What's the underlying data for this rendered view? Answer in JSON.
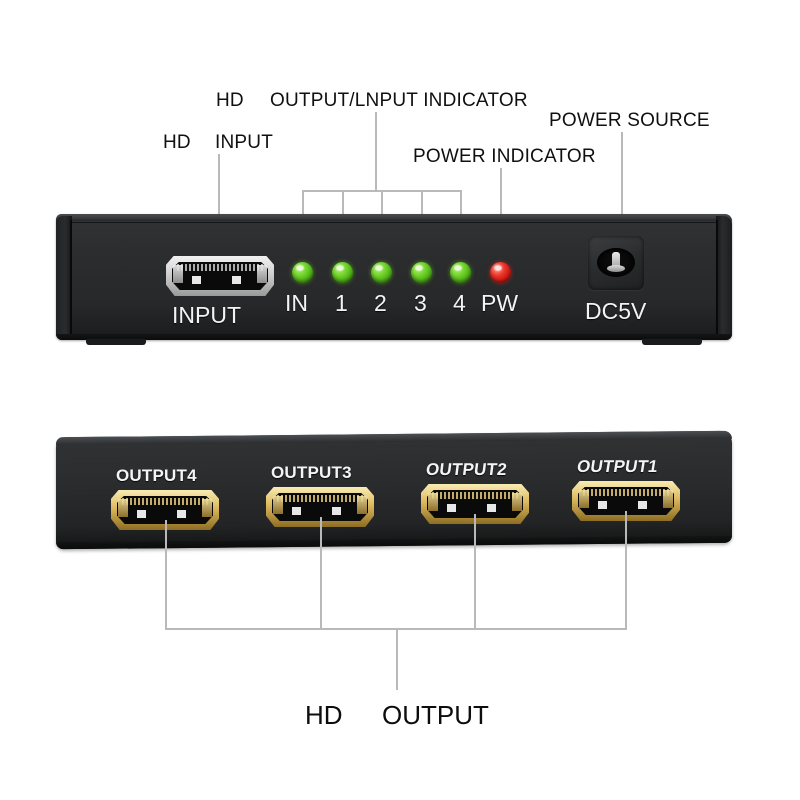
{
  "diagram": {
    "title": "HDMI 1x4 Splitter — labeled product diagram",
    "background_color": "#ffffff",
    "leader_line_color": "#b9b9b9",
    "device_body_color": "#2b2d2e"
  },
  "callouts": {
    "hd_top": "HD",
    "hd_left": "HD",
    "input": "INPUT",
    "output_input_indicator": "OUTPUT/LNPUT INDICATOR",
    "power_indicator": "POWER INDICATOR",
    "power_source": "POWER SOURCE"
  },
  "front_panel": {
    "input_port_label": "INPUT",
    "input_port_color": "#d8d8d8",
    "dc_jack_label": "DC5V",
    "leds": [
      {
        "label": "IN",
        "color": "#6fd22a",
        "state": "green"
      },
      {
        "label": "1",
        "color": "#6fd22a",
        "state": "green"
      },
      {
        "label": "2",
        "color": "#6fd22a",
        "state": "green"
      },
      {
        "label": "3",
        "color": "#6fd22a",
        "state": "green"
      },
      {
        "label": "4",
        "color": "#6fd22a",
        "state": "green"
      },
      {
        "label": "PW",
        "color": "#ec3428",
        "state": "red"
      }
    ]
  },
  "output_panel": {
    "port_color": "#dcb95e",
    "ports": [
      {
        "label": "OUTPUT4"
      },
      {
        "label": "OUTPUT3"
      },
      {
        "label": "OUTPUT2"
      },
      {
        "label": "OUTPUT1"
      }
    ]
  },
  "bottom_caption": {
    "hd": "HD",
    "output": "OUTPUT"
  }
}
